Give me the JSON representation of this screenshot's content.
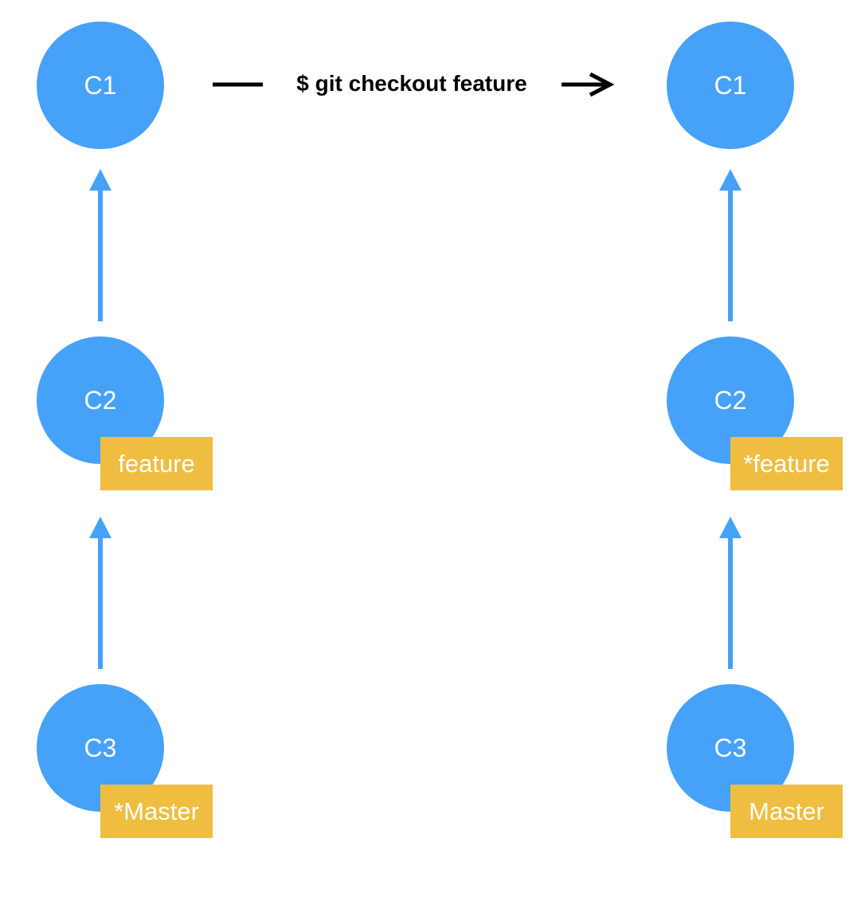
{
  "colors": {
    "commit_fill": "#46a1f8",
    "arrow": "#46a1f8",
    "branch_tag": "#efbd3f",
    "command_arrow": "#000000",
    "text_on_node": "#ffffff"
  },
  "command": {
    "label": "$ git checkout feature"
  },
  "before": {
    "commits": [
      {
        "label": "C1",
        "branch": null
      },
      {
        "label": "C2",
        "branch": "feature"
      },
      {
        "label": "C3",
        "branch": "*Master"
      }
    ]
  },
  "after": {
    "commits": [
      {
        "label": "C1",
        "branch": null
      },
      {
        "label": "C2",
        "branch": "*feature"
      },
      {
        "label": "C3",
        "branch": "Master"
      }
    ]
  }
}
